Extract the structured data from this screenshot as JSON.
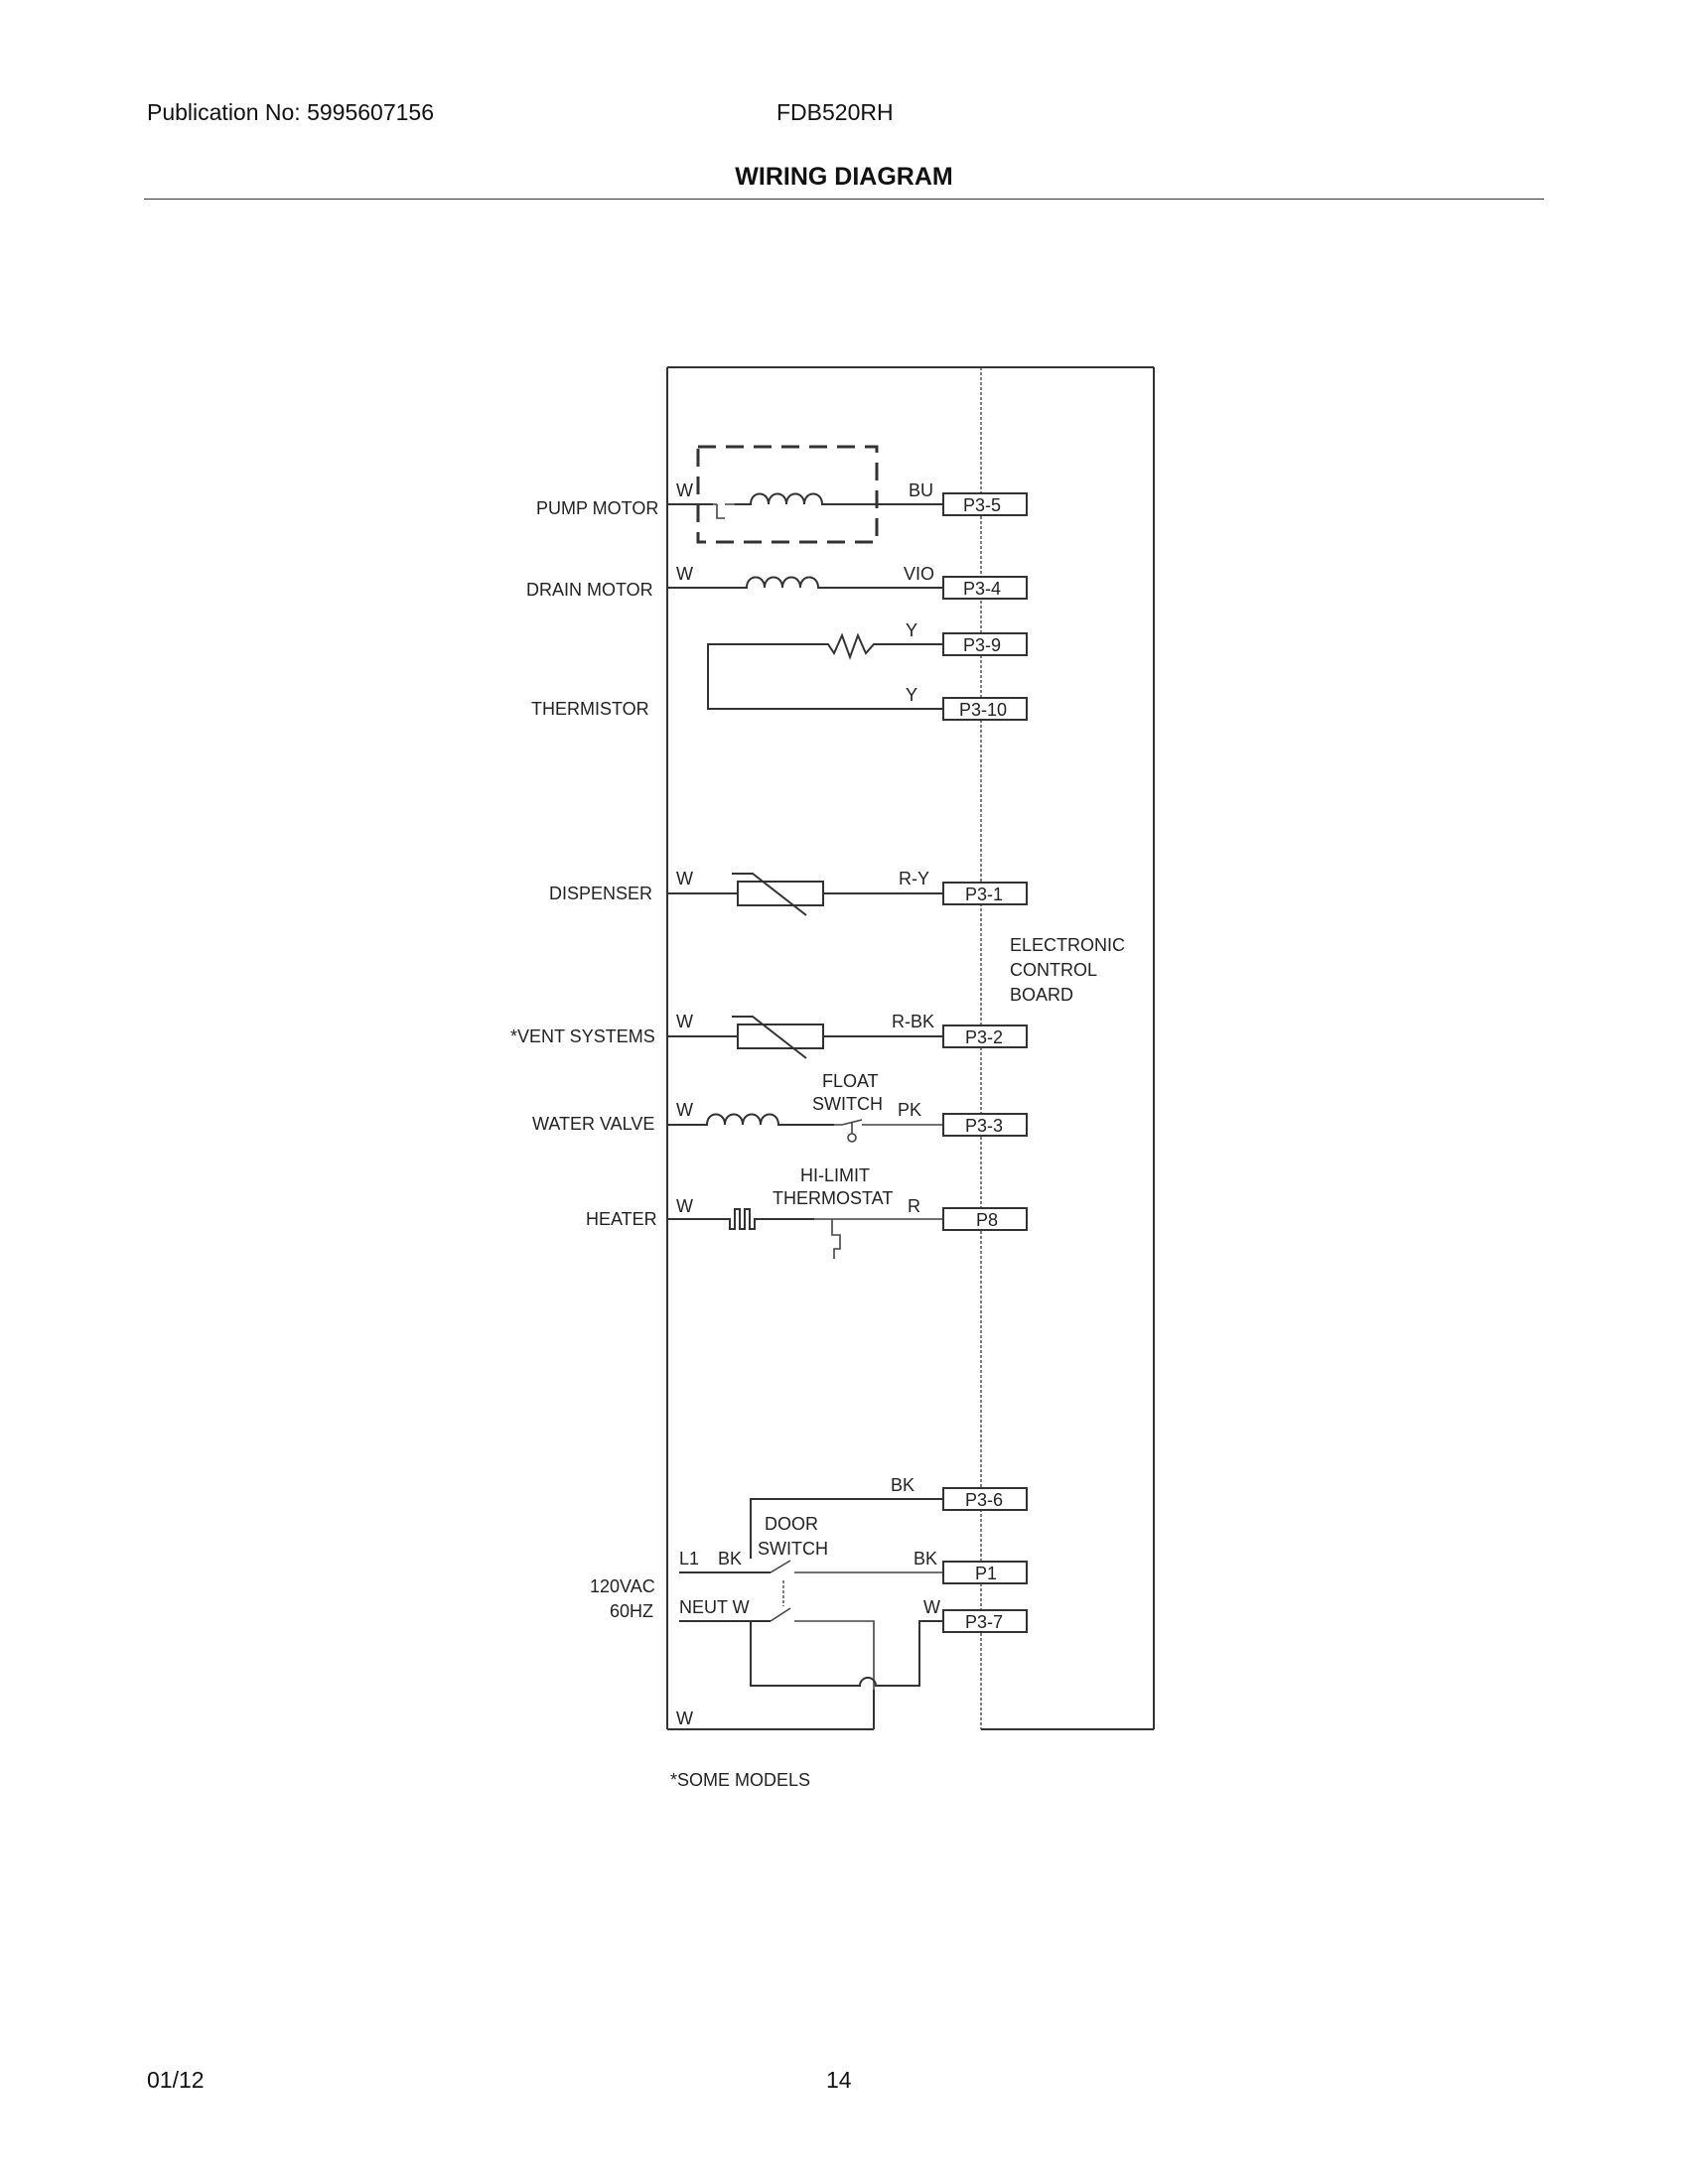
{
  "header": {
    "publication": "Publication No: 5995607156",
    "model": "FDB520RH",
    "title": "WIRING DIAGRAM"
  },
  "footer": {
    "date": "01/12",
    "page": "14"
  },
  "diagram": {
    "components": {
      "pump_motor": "PUMP MOTOR",
      "drain_motor": "DRAIN MOTOR",
      "thermistor": "THERMISTOR",
      "dispenser": "DISPENSER",
      "vent_systems": "*VENT SYSTEMS",
      "water_valve": "WATER VALVE",
      "heater": "HEATER",
      "supply_voltage": "120VAC",
      "supply_freq": "60HZ"
    },
    "board_label": [
      "ELECTRONIC",
      "CONTROL",
      "BOARD"
    ],
    "switch_labels": {
      "float": [
        "FLOAT",
        "SWITCH"
      ],
      "hi_limit": [
        "HI-LIMIT",
        "THERMOSTAT"
      ],
      "door": [
        "DOOR",
        "SWITCH"
      ]
    },
    "wire_colors": {
      "pump_left": "W",
      "pump_right": "BU",
      "drain_left": "W",
      "drain_right": "VIO",
      "therm_top": "Y",
      "therm_bottom": "Y",
      "disp_left": "W",
      "disp_right": "R-Y",
      "vent_left": "W",
      "vent_right": "R-BK",
      "valve_left": "W",
      "valve_right": "PK",
      "heater_left": "W",
      "heater_right": "R",
      "door_top": "BK",
      "l1": "L1",
      "l1_color": "BK",
      "l1_right": "BK",
      "neut": "NEUT W",
      "neut_right": "W",
      "bottom": "W"
    },
    "connectors": {
      "p35": "P3-5",
      "p34": "P3-4",
      "p39": "P3-9",
      "p310": "P3-10",
      "p31": "P3-1",
      "p32": "P3-2",
      "p33": "P3-3",
      "p8": "P8",
      "p36": "P3-6",
      "p1": "P1",
      "p37": "P3-7"
    },
    "footnote": "*SOME MODELS"
  }
}
